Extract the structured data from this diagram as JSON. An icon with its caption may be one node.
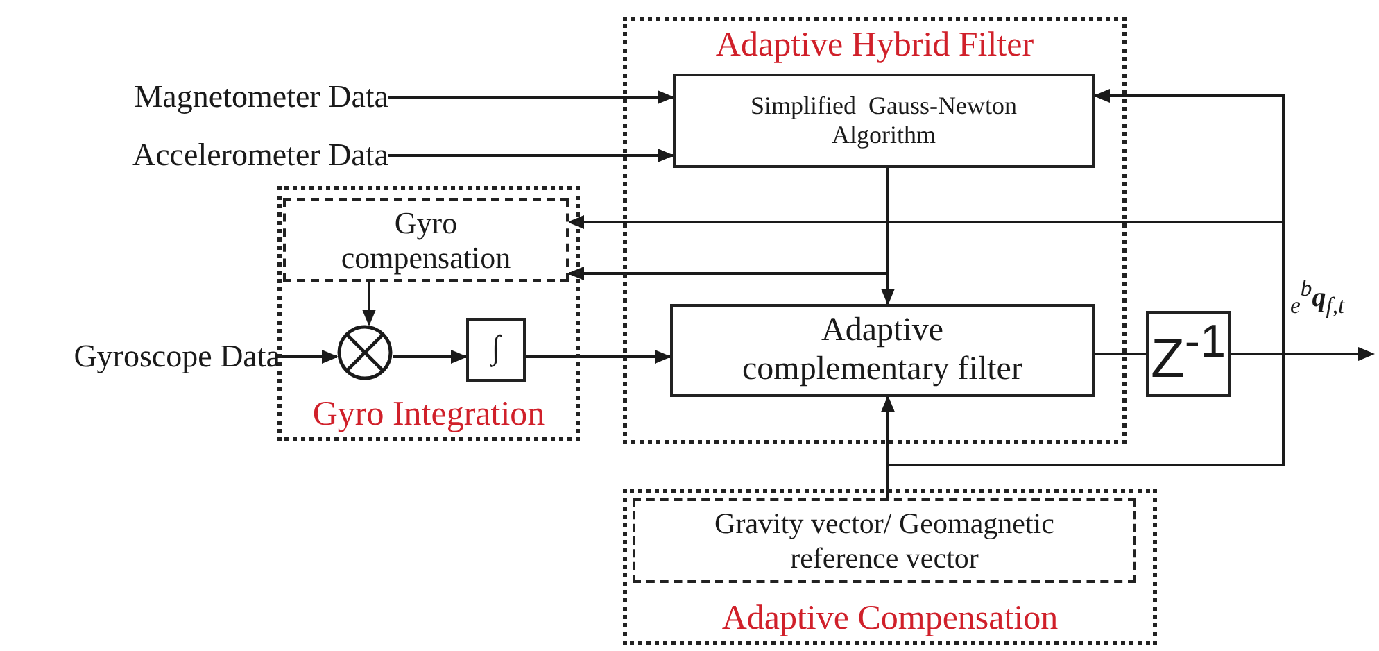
{
  "diagram": {
    "nodes": [
      {
        "text": [
          "Adaptive Hybrid Filter"
        ]
      },
      {
        "text": [
          "Simplified  Gauss-Newton Algorithm"
        ],
        "in": 0
      },
      {
        "text": [
          "Adaptive complementary filter"
        ],
        "in": 0
      },
      {
        "text": [
          "Z$^{-1}$"
        ]
      },
      {
        "text": [
          "Gyro Integration"
        ]
      },
      {
        "text": [
          "Gyro compensation"
        ],
        "in": 4
      },
      {
        "text": [],
        "shape": "circle",
        "in": 4
      },
      {
        "text": [
          "∫"
        ],
        "in": 4
      },
      {
        "text": [
          "Adaptive Compensation"
        ]
      },
      {
        "text": [
          "Gravity vector/ Geomagnetic reference vector"
        ],
        "in": 8
      },
      {
        "text": [
          "Magnetometer Data"
        ]
      },
      {
        "text": [
          "Accelerometer Data"
        ]
      },
      {
        "text": [
          "Gyroscope Data"
        ]
      }
    ],
    "edges": [
      {
        "from": 10,
        "to": 1,
        "arrow": "to"
      },
      {
        "from": 11,
        "to": 1,
        "arrow": "to"
      },
      {
        "from": 12,
        "to": 6,
        "arrow": "to"
      },
      {
        "from": 5,
        "to": 6,
        "arrow": "to"
      },
      {
        "from": 6,
        "to": 7,
        "arrow": "to"
      },
      {
        "from": 7,
        "to": 2,
        "arrow": "to"
      },
      {
        "from": 1,
        "to": 2,
        "arrow": "to"
      },
      {
        "from": 1,
        "to": 5,
        "arrow": "to"
      },
      {
        "from": 2,
        "to": 3,
        "arrow": "none"
      },
      {
        "from": 3,
        "to": null,
        "arrow": "to"
      },
      {
        "from": 3,
        "to": 1,
        "arrow": "to"
      },
      {
        "from": 3,
        "to": 5,
        "arrow": "to"
      },
      {
        "from": 3,
        "to": 2,
        "arrow": "to"
      },
      {
        "from": 9,
        "to": 2,
        "arrow": "to"
      }
    ],
    "labels": [
      "$_{e}$$^{b}$**q**$_{f,t}$"
    ]
  }
}
